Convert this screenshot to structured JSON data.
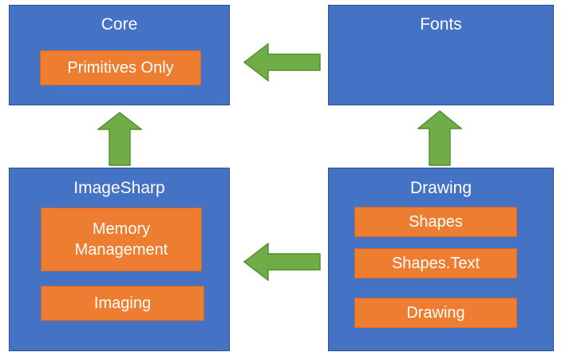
{
  "diagram": {
    "title": "ImageSharp library architecture dependency diagram",
    "colors": {
      "group_fill": "#4472C4",
      "group_stroke": "#2F528F",
      "sub_fill": "#ED7D31",
      "sub_stroke": "#D4662A",
      "arrow_fill": "#70AD47",
      "arrow_stroke": "#4E8B2C",
      "text": "#FFFFFF",
      "background": "#FFFFFF"
    },
    "groups": [
      {
        "id": "core",
        "label": "Core",
        "items": [
          {
            "label": "Primitives Only"
          }
        ]
      },
      {
        "id": "fonts",
        "label": "Fonts",
        "items": []
      },
      {
        "id": "imagesharp",
        "label": "ImageSharp",
        "items": [
          {
            "label": "Memory\nManagement"
          },
          {
            "label": "Imaging"
          }
        ]
      },
      {
        "id": "drawing",
        "label": "Drawing",
        "items": [
          {
            "label": "Shapes"
          },
          {
            "label": "Shapes.Text"
          },
          {
            "label": "Drawing"
          }
        ]
      }
    ],
    "arrows": [
      {
        "id": "fonts-to-core",
        "direction": "left"
      },
      {
        "id": "imagesharp-to-core",
        "direction": "up"
      },
      {
        "id": "drawing-to-fonts",
        "direction": "up"
      },
      {
        "id": "drawing-to-imagesharp",
        "direction": "left"
      }
    ]
  }
}
